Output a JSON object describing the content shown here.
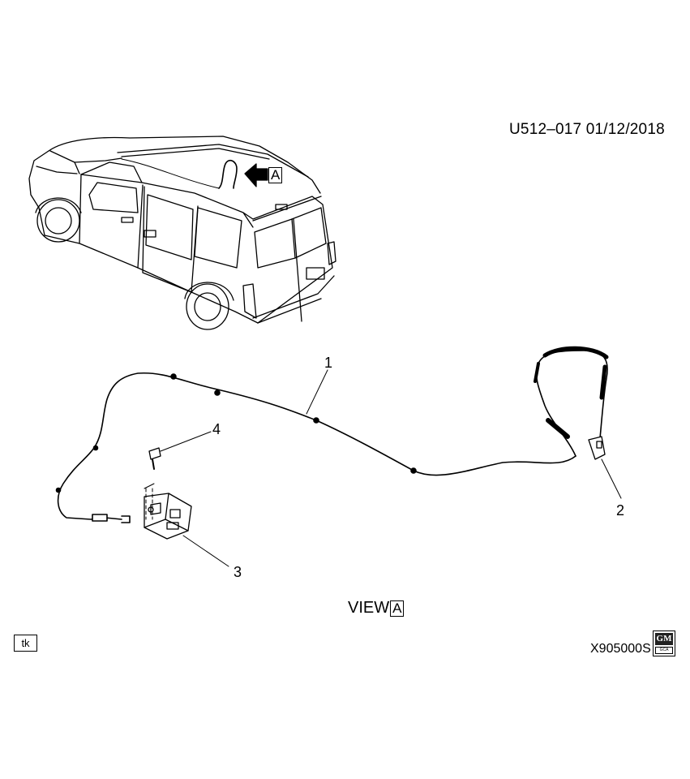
{
  "header": {
    "doc_code": "U512–017  01/12/2018"
  },
  "view": {
    "prefix": "VIEW",
    "letter": "A",
    "arrow_letter": "A"
  },
  "callouts": {
    "c1": "1",
    "c2": "2",
    "c3": "3",
    "c4": "4"
  },
  "footer": {
    "tk": "tk",
    "figure_code": "X905000S",
    "logo_text": "GM",
    "logo_sub": "GCA"
  }
}
